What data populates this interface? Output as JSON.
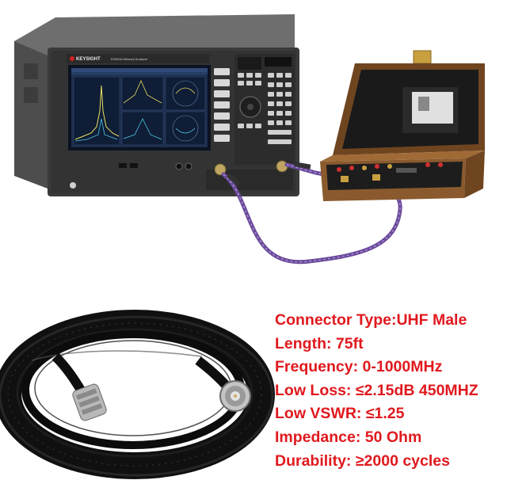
{
  "analyzer": {
    "brand": "KEYSIGHT",
    "model_label": "E5063A Network Analyzer"
  },
  "specs": [
    "Connector Type:UHF Male",
    "Length: 75ft",
    "Frequency: 0-1000MHz",
    "Low Loss: ≤2.15dB 450MHZ",
    "Low VSWR: ≤1.25",
    "Impedance: 50 Ohm",
    "Durability: ≥2000 cycles"
  ],
  "colors": {
    "spec_text": "#e0191e",
    "instrument_body": "#3a3a3a",
    "screen_background": "#1c2c4a",
    "wood_case": "#8a5a2e",
    "test_cable": "#6a4a9a",
    "coax_jacket": "#101010"
  }
}
